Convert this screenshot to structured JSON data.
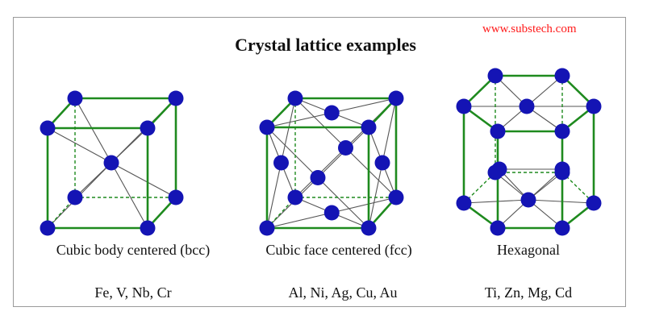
{
  "title": "Crystal lattice examples",
  "url": "www.substech.com",
  "colors": {
    "edge": "#1e8a1e",
    "atom": "#1414b4",
    "bond": "#555555"
  },
  "panels": [
    {
      "name": "Cubic body centered (bcc)",
      "examples": "Fe, V, Nb, Cr"
    },
    {
      "name": "Cubic face centered (fcc)",
      "examples": "Al, Ni, Ag, Cu, Au"
    },
    {
      "name": "Hexagonal",
      "examples": "Ti, Zn, Mg, Cd"
    }
  ]
}
